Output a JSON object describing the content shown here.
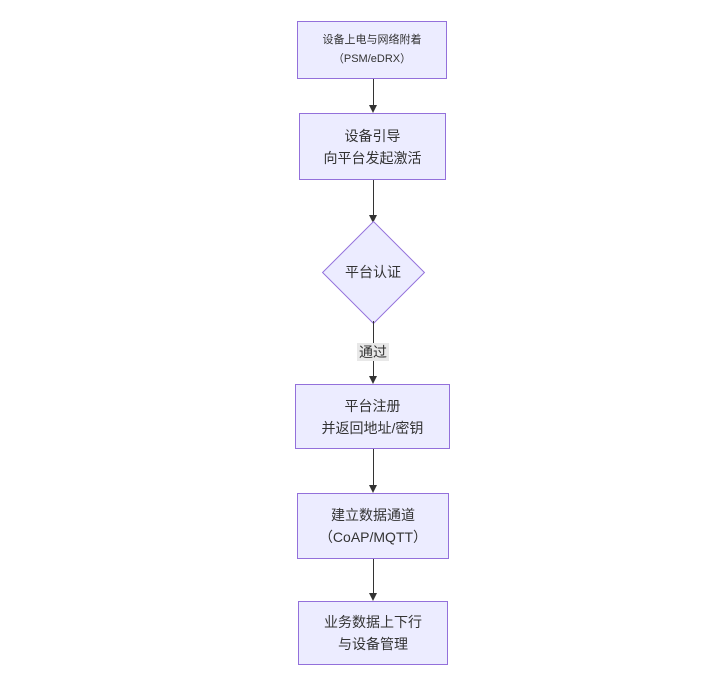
{
  "diagram": {
    "type": "flowchart",
    "direction": "top-down",
    "colors": {
      "background": "#ffffff",
      "node_fill": "#ECECFF",
      "node_border": "#9370DB",
      "arrow_color": "#333333",
      "text_color": "#333333",
      "edge_label_bg": "#e8e8e8"
    },
    "nodes": [
      {
        "id": "power-attach",
        "shape": "rect",
        "lines": [
          "设备上电与网络附着",
          "（PSM/eDRX）"
        ]
      },
      {
        "id": "bootstrap",
        "shape": "rect",
        "lines": [
          "设备引导",
          "向平台发起激活"
        ]
      },
      {
        "id": "platform-auth",
        "shape": "diamond",
        "lines": [
          "平台认证"
        ]
      },
      {
        "id": "register",
        "shape": "rect",
        "lines": [
          "平台注册",
          "并返回地址/密钥"
        ]
      },
      {
        "id": "data-channel",
        "shape": "rect",
        "lines": [
          "建立数据通道",
          "（CoAP/MQTT）"
        ]
      },
      {
        "id": "business",
        "shape": "rect",
        "lines": [
          "业务数据上下行",
          "与设备管理"
        ]
      }
    ],
    "edges": [
      {
        "from": "power-attach",
        "to": "bootstrap",
        "label": ""
      },
      {
        "from": "bootstrap",
        "to": "platform-auth",
        "label": ""
      },
      {
        "from": "platform-auth",
        "to": "register",
        "label": "通过"
      },
      {
        "from": "register",
        "to": "data-channel",
        "label": ""
      },
      {
        "from": "data-channel",
        "to": "business",
        "label": ""
      }
    ],
    "pass_label": "通过"
  }
}
